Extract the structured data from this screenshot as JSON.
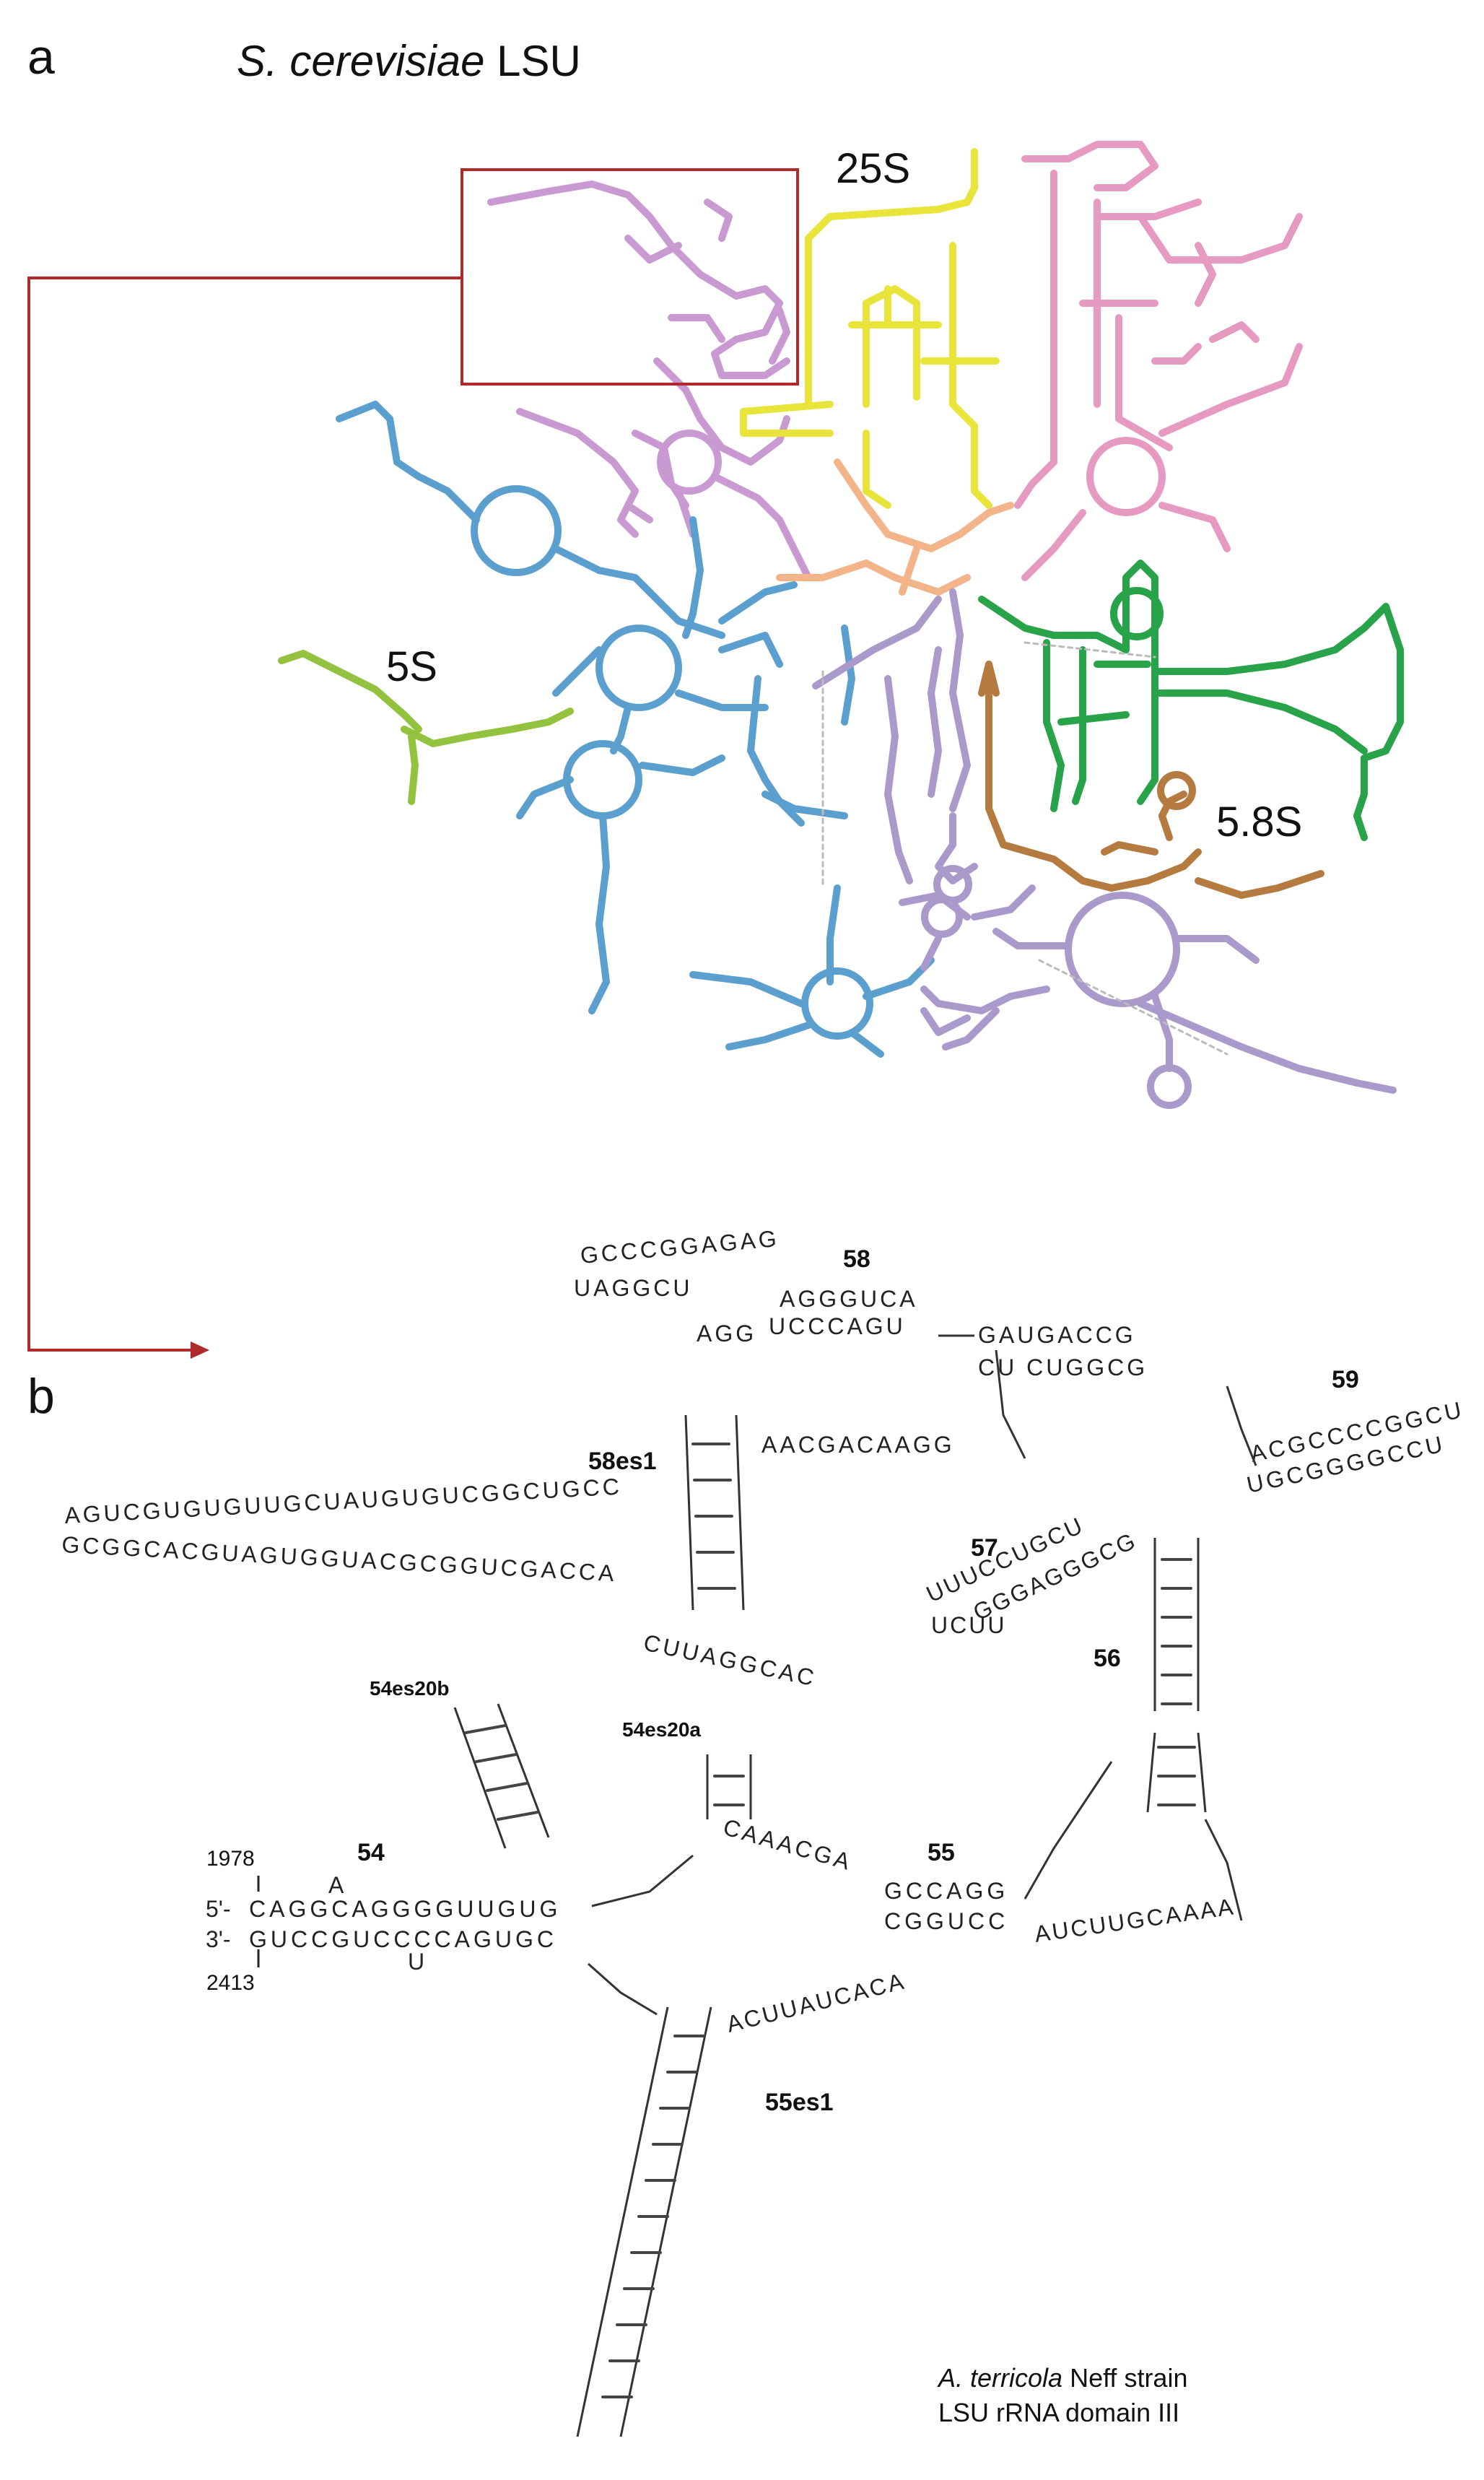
{
  "panel_a": {
    "letter": "a",
    "species": "S. cerevisiae",
    "suffix": "LSU",
    "labels": {
      "s25": "25S",
      "s5": "5S",
      "s58": "5.8S"
    },
    "colors": {
      "domain_blue": "#5b9fcf",
      "domain_pink": "#e79ac1",
      "domain_violet": "#c99ad1",
      "domain_yellow": "#e9e43a",
      "domain_orange": "#f3b489",
      "domain_green": "#28a34a",
      "domain_lavender": "#a99acb",
      "domain_brown": "#b57a3f",
      "domain_lime": "#93c23e",
      "highlight_box": "#b12a2a"
    }
  },
  "panel_b": {
    "letter": "b",
    "helices": [
      "58",
      "59",
      "58es1",
      "57",
      "56",
      "54es20b",
      "54es20a",
      "54",
      "55",
      "55es1"
    ],
    "ends": {
      "five_prime": "5'-",
      "three_prime": "3'-",
      "start": "1978",
      "end": "2413"
    },
    "strands": {
      "h54_top": "CAGGCAGGGGUUGUG",
      "h54_bot": "GUCCGUCCCCAGUGC",
      "h54_bulge": "A",
      "h54_bulge2": "U",
      "h57_loop": "UUUCCUGCU",
      "h57_loop2": "UCUU",
      "h57_stem": "GGGAGGGCG",
      "h58_stem_top": "AGGGUCA",
      "h58_stem_bot": "UCCCAGU",
      "h58_loop": "GCCCGGAGAG",
      "h58_loop2": "UAGGCU",
      "h58_tail": "AGG",
      "h58es1_stem": "AACGACAAGG",
      "h59_top": "ACGCCCCGGCU",
      "h59_bot": "UGCGGGGCCU",
      "long_arm_top": "AGUCGUGUGUUGCUAUGUGUCGGCUGCC",
      "long_arm_bot": "GCGGCACGUAGUGGUACGCGGUCGACCA",
      "long_arm_end": "CUUAGGCAC",
      "h55_top": "GCCAGG",
      "h55_bot": "CGGUCC",
      "h55_loop": "AUCUUGCAAAA",
      "h55es1_linker": "ACUUAUCACA",
      "h5x_linker": "GAUGACCG",
      "h5x_linker2": "CU CUGGCG",
      "h54es20a_path": "CAAACGA"
    }
  },
  "caption": {
    "organism": "A. terricola",
    "line1_rest": " Neff strain",
    "line2": "LSU rRNA domain III"
  }
}
